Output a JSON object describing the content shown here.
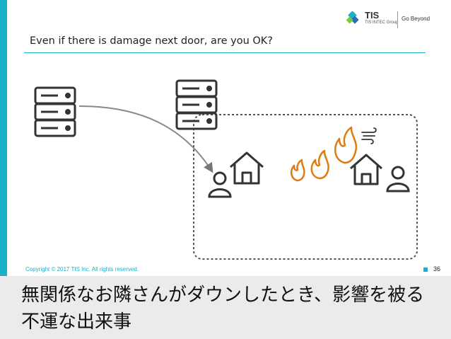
{
  "header": {
    "logo_name": "TIS",
    "logo_sub": "TIS INTEC Group",
    "logo_tagline": "Go Beyond"
  },
  "slide": {
    "title": "Even if there is damage next door, are you OK?",
    "icons": [
      "server-icon",
      "server-icon",
      "home-icon",
      "home-icon",
      "user-icon",
      "user-icon",
      "flame-icon",
      "wind-icon"
    ]
  },
  "footer": {
    "copyright": "Copyright © 2017 TIS Inc. All rights reserved.",
    "page_number": "36"
  },
  "caption": {
    "text": "無関係なお隣さんがダウンしたとき、影響を被る不運な出来事"
  },
  "colors": {
    "accent": "#1ab0c8",
    "flame": "#e07b12",
    "icon": "#333333"
  }
}
